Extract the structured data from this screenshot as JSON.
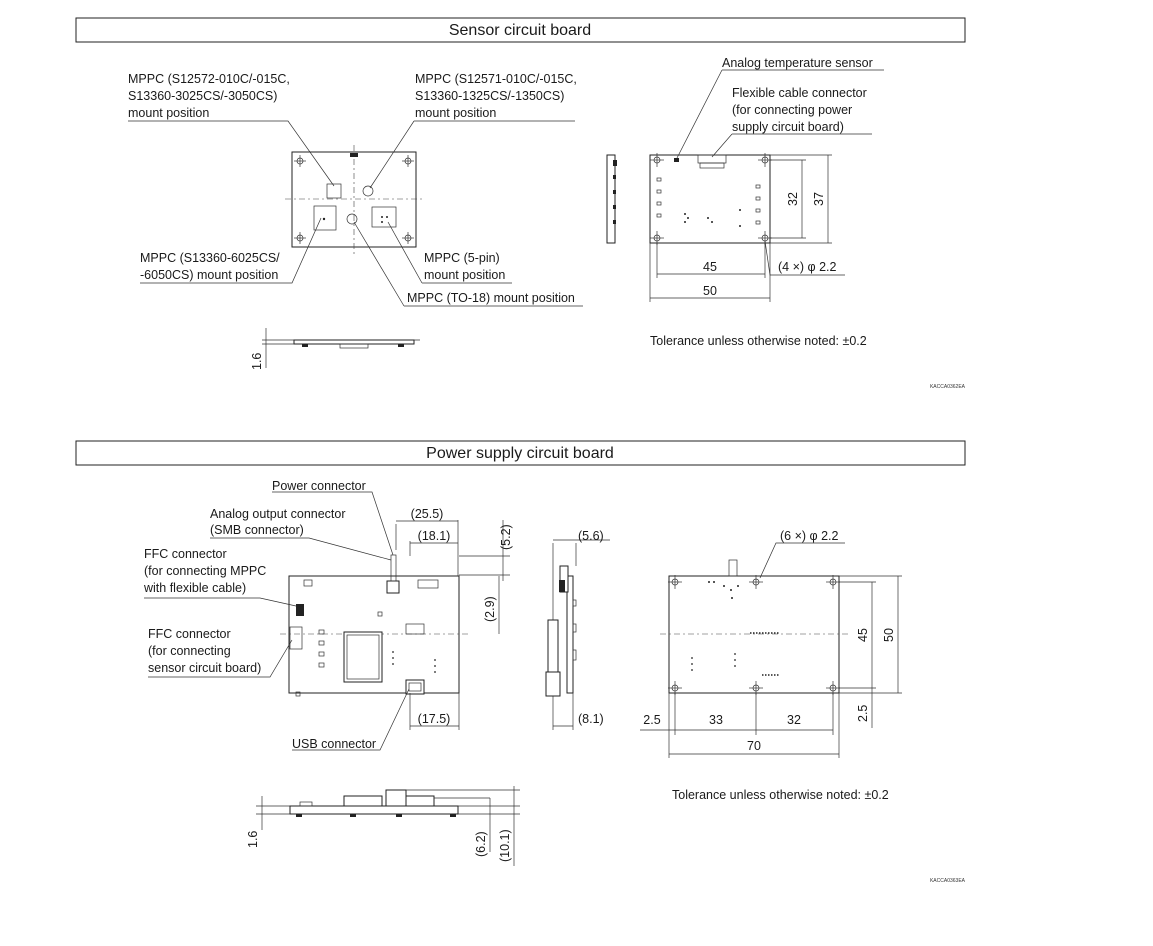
{
  "sensor_section": {
    "title": "Sensor circuit board",
    "labels": {
      "mppc_s12572_l1": "MPPC (S12572-010C/-015C,",
      "mppc_s12572_l2": "S13360-3025CS/-3050CS)",
      "mppc_s12572_l3": "mount position",
      "mppc_s12571_l1": "MPPC (S12571-010C/-015C,",
      "mppc_s12571_l2": "S13360-1325CS/-1350CS)",
      "mppc_s12571_l3": "mount position",
      "mppc_s13360_l1": "MPPC (S13360-6025CS/",
      "mppc_s13360_l2": "-6050CS) mount position",
      "mppc_5pin_l1": "MPPC (5-pin)",
      "mppc_5pin_l2": "mount position",
      "mppc_to18": "MPPC (TO-18) mount position",
      "temp_sensor": "Analog temperature sensor",
      "flex_l1": "Flexible cable connector",
      "flex_l2": "(for connecting power",
      "flex_l3": "supply circuit board)"
    },
    "dims": {
      "d32": "32",
      "d37": "37",
      "d45": "45",
      "d50": "50",
      "holes": "(4 ×) φ 2.2",
      "thickness": "1.6"
    },
    "tolerance": "Tolerance unless otherwise noted: ±0.2",
    "code": "KACCA0362EA"
  },
  "power_section": {
    "title": "Power supply circuit board",
    "labels": {
      "power_conn": "Power connector",
      "analog_l1": "Analog output connector",
      "analog_l2": "(SMB connector)",
      "ffc1_l1": "FFC connector",
      "ffc1_l2": "(for connecting MPPC",
      "ffc1_l3": "with flexible cable)",
      "ffc2_l1": "FFC connector",
      "ffc2_l2": "(for connecting",
      "ffc2_l3": "sensor circuit board)",
      "usb_conn": "USB connector"
    },
    "dims": {
      "d25_5": "(25.5)",
      "d18_1": "(18.1)",
      "d5_2": "(5.2)",
      "d2_9": "(2.9)",
      "d17_5": "(17.5)",
      "d5_6": "(5.6)",
      "d8_1": "(8.1)",
      "holes": "(6 ×) φ 2.2",
      "d2_5a": "2.5",
      "d33": "33",
      "d32": "32",
      "d70": "70",
      "d45": "45",
      "d50": "50",
      "d2_5b": "2.5",
      "thickness": "1.6",
      "d6_2": "(6.2)",
      "d10_1": "(10.1)"
    },
    "tolerance": "Tolerance unless otherwise noted: ±0.2",
    "code": "KACCA0363EA"
  }
}
